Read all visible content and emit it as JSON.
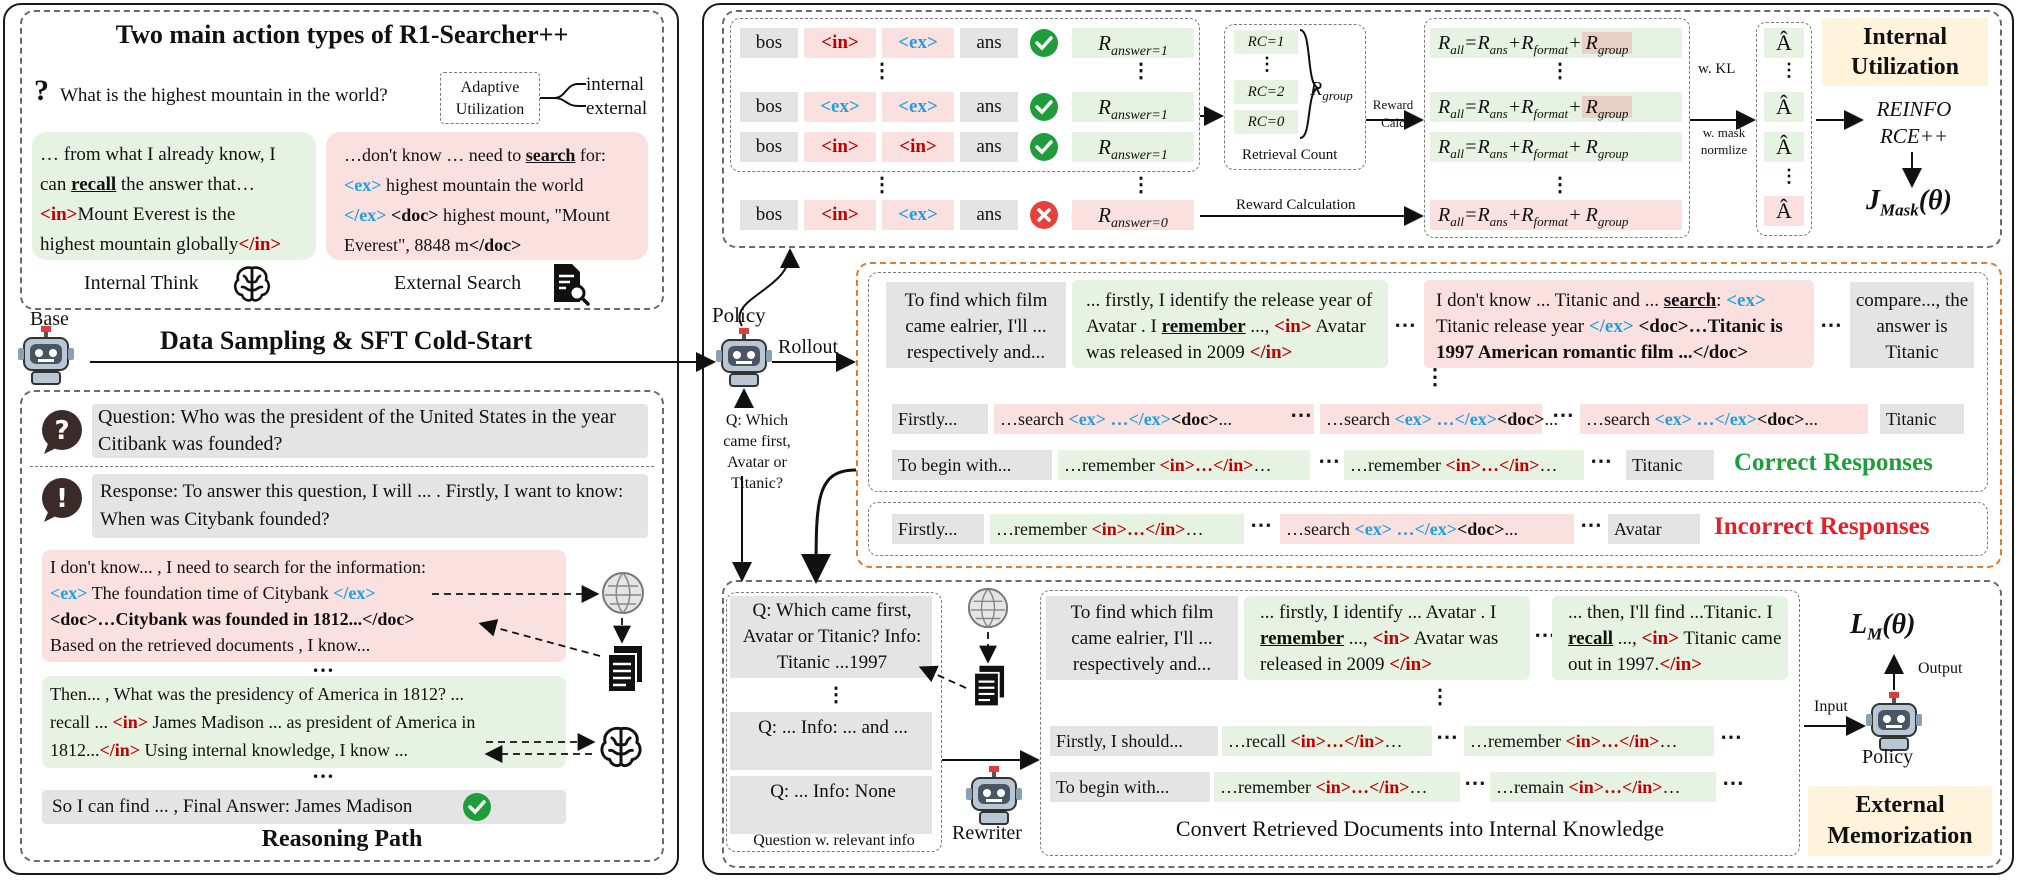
{
  "left": {
    "title": "Two main action types of R1-Searcher++",
    "question_mark": "?",
    "question": "What is the highest mountain in the world?",
    "adaptive_label": "Adaptive Utilization",
    "internal_label": "internal",
    "external_label": "external",
    "internal_box": {
      "l1": "… from what I already know, I",
      "l2a": "can ",
      "l2b": "recall",
      "l2c": " the answer that…",
      "l3a": "<in>",
      "l3b": "Mount Everest is the",
      "l4a": "highest mountain globally",
      "l4b": "</in>"
    },
    "external_box": {
      "l1a": "…don't know … need to ",
      "l1b": "search",
      "l1c": " for:",
      "l2a": "<ex>",
      "l2b": " highest mountain  the world",
      "l3a": "</ex>",
      "l3b": " <doc>",
      "l3c": " highest mount, \"Mount",
      "l4a": "Everest\",    8848 m",
      "l4b": "</doc>"
    },
    "internal_think": "Internal Think",
    "external_search": "External Search",
    "base_label": "Base",
    "sampling_title": "Data Sampling & SFT Cold-Start",
    "reasoning": {
      "question": "Question: Who was the president of the United States in the year Citibank was founded?",
      "q_icon": "?",
      "r_icon": "!",
      "response": "Response: To answer this question, I will ... . Firstly, I want to know: When was Citybank founded?",
      "search_l1": "I don't know... , I need to search for the information:",
      "search_l2a": "<ex>",
      "search_l2b": " The foundation time of Citybank ",
      "search_l2c": "</ex>",
      "search_l3": "<doc>…Citybank was founded in 1812...</doc>",
      "search_l4": "Based on the retrieved documents , I know...",
      "dots1": "…",
      "then_l1": "Then... , What was the presidency of America in 1812? ...",
      "then_l2a": "recall ... ",
      "then_l2b": "<in>",
      "then_l2c": " James Madison ... as president of America in",
      "then_l3a": "1812...",
      "then_l3b": "</in>",
      "then_l3c": " Using internal knowledge, I know ...",
      "dots2": "…",
      "final": "So I can find ... , Final Answer: James Madison",
      "path_title": "Reasoning Path"
    }
  },
  "policy": {
    "label": "Policy",
    "rollout": "Rollout",
    "query": "Q: Which came first, Avatar or Titanic?"
  },
  "top": {
    "rows": [
      {
        "t1": "bos",
        "t2": "<in>",
        "t3": "<ex>",
        "t4": "ans",
        "reward": "answer=1",
        "ok": true
      },
      {
        "t1": "bos",
        "t2": "<ex>",
        "t3": "<ex>",
        "t4": "ans",
        "reward": "answer=1",
        "ok": true
      },
      {
        "t1": "bos",
        "t2": "<in>",
        "t3": "<in>",
        "t4": "ans",
        "reward": "answer=1",
        "ok": true
      },
      {
        "t1": "bos",
        "t2": "<in>",
        "t3": "<ex>",
        "t4": "ans",
        "reward": "answer=0",
        "ok": false
      }
    ],
    "r_prefix": "R",
    "rc": [
      "RC=1",
      "RC=2",
      "RC=0"
    ],
    "rgroup": "group",
    "retrieval_count": "Retrieval Count",
    "reward_calc": "Reward Calc",
    "reward_calculation": "Reward Calculation",
    "rall": "all",
    "ans": "ans",
    "format": "format",
    "group": "group",
    "w_kl": "w. KL",
    "w_mask": "w. mask normlize",
    "ahat": "Â",
    "reinforce": "REINFO RCE++",
    "internal_utilization": "Internal Utilization",
    "jmask_j": "J",
    "jmask_sub": "Mask",
    "jmask_theta": "(θ)"
  },
  "mid": {
    "b1": "To find which film came ealrier, I'll ... respectively and...",
    "b2a": "... firstly, I identify the release year of Avatar . I ",
    "b2b": "remember",
    "b2c": " ..., ",
    "b2d": "<in>",
    "b2e": " Avatar was released in 2009 ",
    "b2f": "</in>",
    "b3a": "I don't know ... Titanic and ... ",
    "b3b": "search",
    "b3c": ": ",
    "b3d": "<ex>",
    "b3e": " Titanic release year ",
    "b3f": "</ex>",
    "b3g": " <doc>…Titanic is 1997 American romantic  film ...</doc>",
    "b4": "compare..., the answer is Titanic",
    "dots": "⋯",
    "vdots": "⋮",
    "firstly": "Firstly...",
    "search_pre": "…search ",
    "ex": "<ex>",
    "mid_dots": " …",
    "ex_close": "</ex>",
    "doc": "<doc>",
    "doc_tail": "...",
    "titanic": "Titanic",
    "begin": "To begin with...",
    "remember_pre": "…remember ",
    "in": "<in>",
    "in_close": "</in>",
    "in_tail": "…",
    "correct": "Correct Responses",
    "incorrect": "Incorrect Responses",
    "avatar": "Avatar"
  },
  "bottom": {
    "q1": "Q: Which came first, Avatar or Titanic? Info: Titanic ...1997",
    "q2": "Q: ... Info: ... and ...",
    "q3": "Q: ... Info: None",
    "q_caption": "Question w. relevant info",
    "rewriter": "Rewriter",
    "c1": "To find which  film came ealrier, I'll ... respectively and...",
    "c2a": "... firstly, I identify ... Avatar . I ",
    "c2b": "remember",
    "c2c": " ..., ",
    "c2d": "<in>",
    "c2e": " Avatar was released in 2009 ",
    "c2f": "</in>",
    "c3a": "... then, I'll find ...Titanic. I ",
    "c3b": "recall",
    "c3c": " ..., ",
    "c3d": "<in>",
    "c3e": " Titanic came out in 1997.",
    "c3f": "</in>",
    "firstly": "Firstly, I should...",
    "begin": "To begin with...",
    "recall_pre": "…recall ",
    "remember_pre": "…remember ",
    "remain_pre": "…remain ",
    "caption": "Convert Retrieved Documents into Internal Knowledge",
    "lm_l": "L",
    "lm_sub": "M",
    "lm_theta": "(θ)",
    "output": "Output",
    "input": "Input",
    "policy": "Policy",
    "external_memorization": "External Memorization"
  }
}
